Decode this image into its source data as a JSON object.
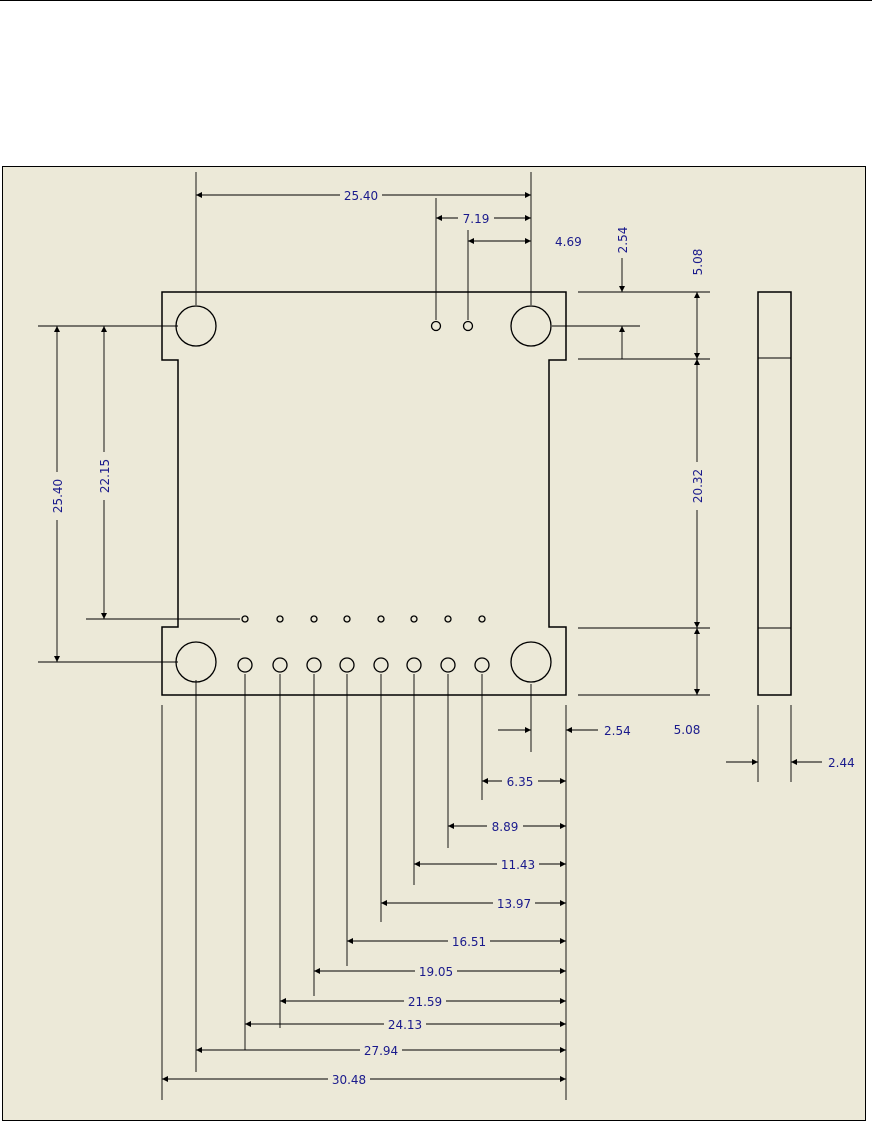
{
  "drawing": {
    "dimensions": {
      "top_hole_span": "25.40",
      "pin1_offset": "7.19",
      "pin2_offset": "4.69",
      "top_notch_height": "2.54",
      "top_tab_height": "5.08",
      "left_outer_span": "25.40",
      "left_pin_row_span": "22.15",
      "right_body_height": "20.32",
      "bottom_tab_height": "5.08",
      "bottom_hole_offset": "2.54",
      "side_thickness": "2.44",
      "pin_offsets": [
        "6.35",
        "8.89",
        "11.43",
        "13.97",
        "16.51",
        "19.05",
        "21.59",
        "24.13",
        "27.94",
        "30.48"
      ]
    }
  }
}
